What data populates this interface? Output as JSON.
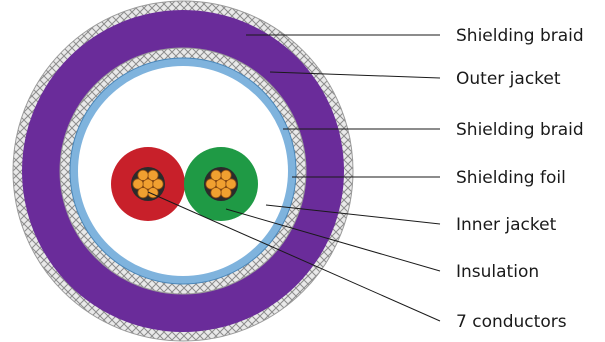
{
  "diagram": {
    "labels": [
      {
        "id": "shielding-braid-outer",
        "text": "Shielding braid"
      },
      {
        "id": "outer-jacket",
        "text": "Outer jacket"
      },
      {
        "id": "shielding-braid-inner",
        "text": "Shielding braid"
      },
      {
        "id": "shielding-foil",
        "text": "Shielding foil"
      },
      {
        "id": "inner-jacket",
        "text": "Inner jacket"
      },
      {
        "id": "insulation",
        "text": "Insulation"
      },
      {
        "id": "conductors",
        "text": "7 conductors"
      }
    ]
  },
  "colors": {
    "outer_jacket": "#6a2c9a",
    "braid_base": "#e9e9e9",
    "braid_line": "#8c8c8c",
    "foil": "#7fb3dd",
    "inner_jacket": "#ffffff",
    "insulation_red": "#c8202a",
    "insulation_green": "#1f9a45",
    "strand": "#f0a030",
    "strand_outline": "#8a4a10",
    "leader_line": "#1a1a1a",
    "label_text": "#1a1a1a"
  }
}
